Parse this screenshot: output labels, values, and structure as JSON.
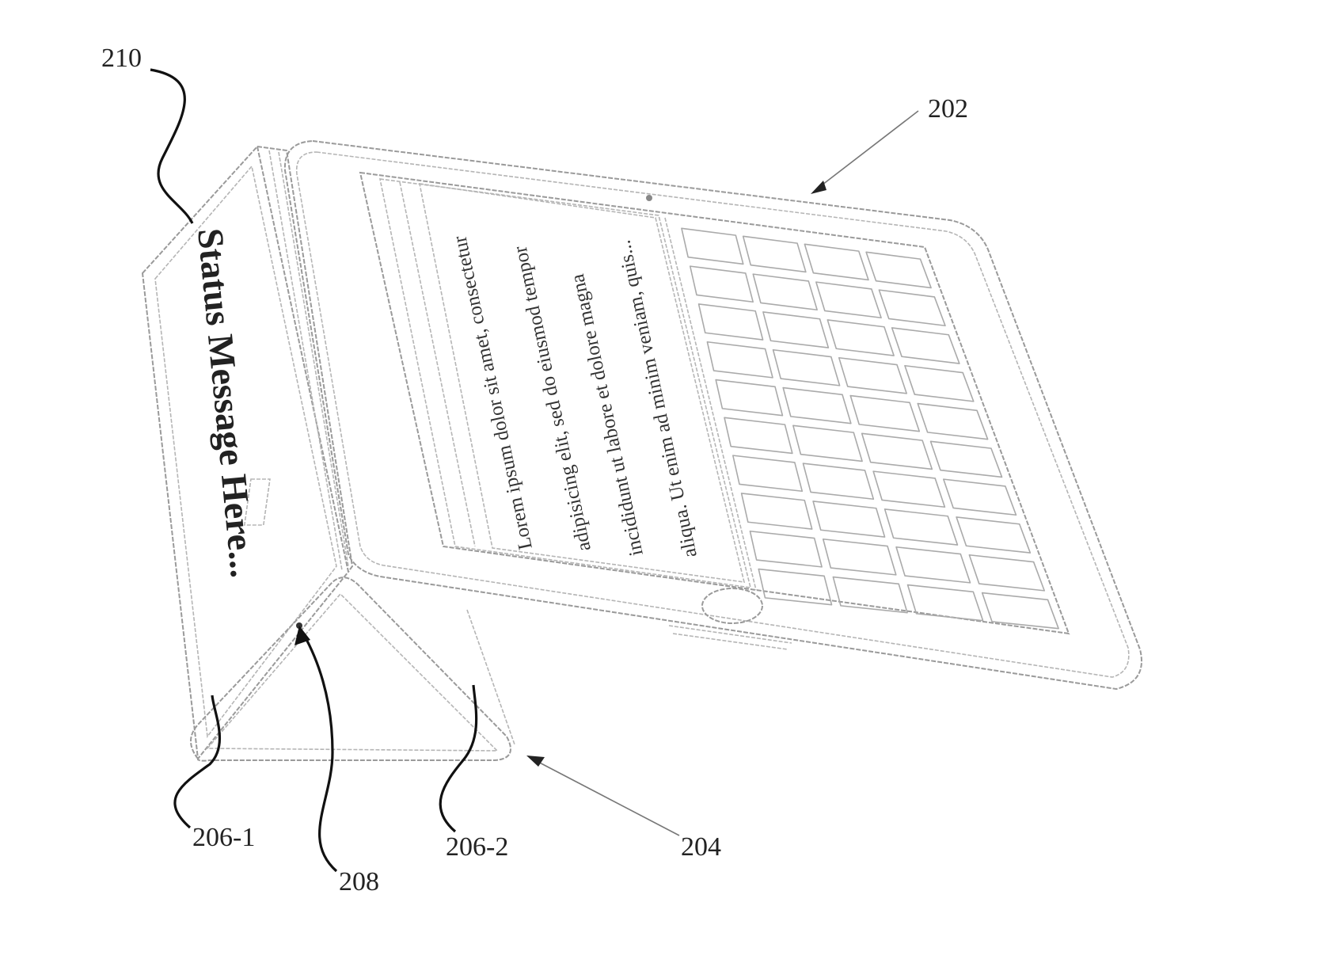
{
  "figure": {
    "labels": {
      "ref_210": "210",
      "ref_202": "202",
      "ref_206_1": "206-1",
      "ref_208": "208",
      "ref_206_2": "206-2",
      "ref_204": "204"
    },
    "cover_status_message": "Status Message Here...",
    "screen_text_lines": [
      "Lorem ipsum dolor sit amet, consectetur",
      "adipisicing elit, sed do eiusmod tempor",
      "incididunt ut labore et dolore magna",
      "aliqua.  Ut enim ad minim veniam, quis..."
    ],
    "keyboard": {
      "columns": 4,
      "rows": 10
    }
  }
}
